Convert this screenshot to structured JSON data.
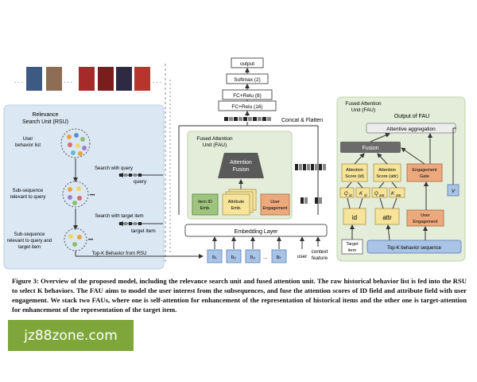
{
  "left_panel": {
    "title_line1": "Relevance",
    "title_line2": "Search Unit (RSU)",
    "user_behavior_label_1": "User",
    "user_behavior_label_2": "behavior list",
    "search_with_query": "Search with query",
    "query_label": "query",
    "subseq_query_1": "Sub-sequence",
    "subseq_query_2": "relevant to query",
    "search_with_target": "Search with target item",
    "target_item_label": "target item",
    "subseq_both_1": "Sub-sequence",
    "subseq_both_2": "relevant to query and",
    "subseq_both_3": "target item",
    "topk_label": "Top-K Behavior from RSU"
  },
  "center": {
    "output": "output",
    "softmax": "Softmax (2)",
    "fc8": "FC+Relu (8)",
    "fc16": "FC+Relu (16)",
    "concat": "Concat & Flatten",
    "fau_title_1": "Fused Attention",
    "fau_title_2": "Unit (FAU)",
    "attention_fusion_1": "Attention",
    "attention_fusion_2": "Fusion",
    "item_id_emb_1": "Item ID",
    "item_id_emb_2": "Emb.",
    "attribute_emb_1": "Attribute",
    "attribute_emb_2": "Emb.",
    "user_engagement_1": "User",
    "user_engagement_2": "Engagement",
    "embedding_layer": "Embedding Layer",
    "inputs": [
      "b₁",
      "b₂",
      "b₃",
      "...",
      "bₖ"
    ],
    "user": "user",
    "context_1": "context",
    "context_2": "feature"
  },
  "right_panel": {
    "title_1": "Fused  Attention",
    "title_2": "Unit (FAU)",
    "output_label": "Output of FAU",
    "attentive_aggregation": "Attentive aggregation",
    "fusion": "Fusion",
    "attn_id_1": "Attention",
    "attn_id_2": "Score (id)",
    "attn_attr_1": "Attention",
    "attn_attr_2": "Score (attr)",
    "engagement_gate_1": "Engagement",
    "engagement_gate_2": "Gate",
    "q_id": "Q",
    "q_id_sub": "id",
    "k_id": "K",
    "k_id_sub": "id",
    "q_attr": "Q",
    "q_attr_sub": "attr",
    "k_attr": "K",
    "k_attr_sub": "attr",
    "v": "V",
    "id": "id",
    "attr": "attr",
    "user_engagement_1": "User",
    "user_engagement_2": "Engagement",
    "target_item_1": "Target",
    "target_item_2": "item",
    "topk_seq": "Top-K behavior sequence"
  },
  "caption": {
    "label": "Figure 3:",
    "text": " Overview of the proposed model, including the relevance search unit and fused attention unit. The raw historical behavior list is fed into the RSU to select K behaviors. The FAU aims to model the user interest from the subsequences, and fuse the attention scores of ID field and attribute field with user engagement. We stack two FAUs, where one is self-attention for enhancement of the representation of historical items and the other one is target-attention for enhancement of the representation of the target item."
  },
  "watermark": "jz88zone.com",
  "colors": {
    "rsu_panel": "#dbe8f4",
    "fau_panel": "#e3edd9",
    "topk_box": "#a9c4e6",
    "attention_fusion": "#5a5a5a",
    "item_emb": "#9fc47e",
    "attribute_emb": "#f6e49b",
    "user_engagement": "#eca97d",
    "fusion": "#6b6b6b",
    "aggregation": "#ececec",
    "watermark_bg": "#7ea63a"
  }
}
